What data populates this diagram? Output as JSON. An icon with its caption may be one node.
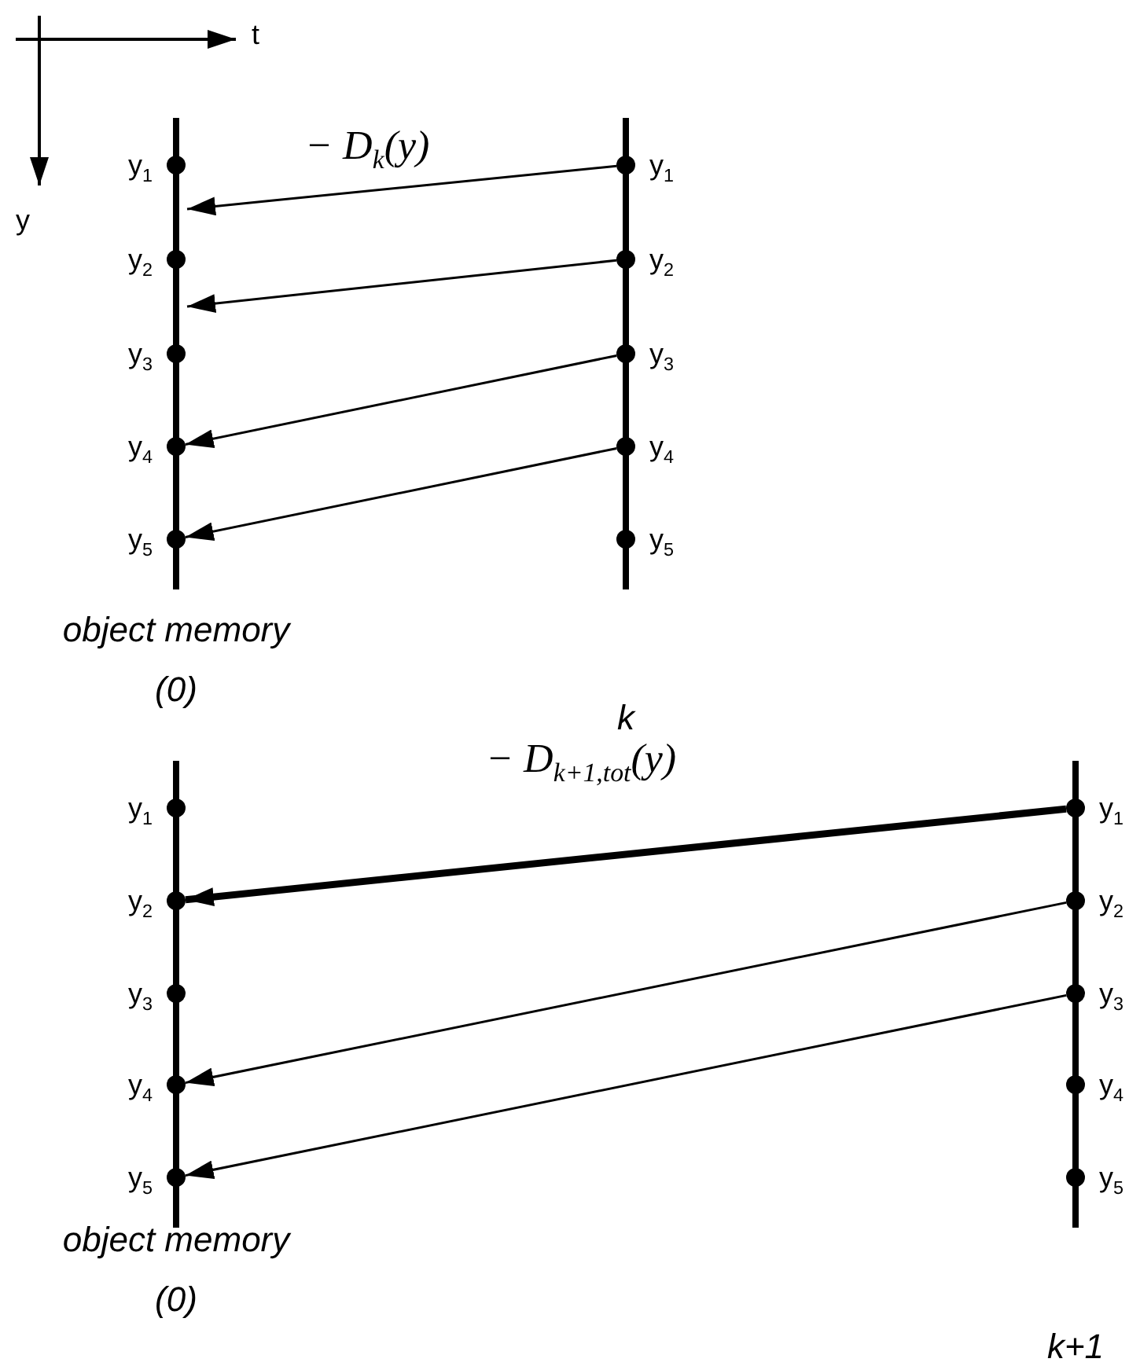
{
  "diagram": {
    "nodes": [
      {
        "text": [
          "object memory (0)"
        ]
      },
      {
        "text": [],
        "shape": "circle",
        "beside": [
          "y$_{1}$"
        ],
        "in": 0
      },
      {
        "text": [],
        "shape": "circle",
        "beside": [
          "y$_{2}$"
        ],
        "in": 0
      },
      {
        "text": [],
        "shape": "circle",
        "beside": [
          "y$_{3}$"
        ],
        "in": 0
      },
      {
        "text": [],
        "shape": "circle",
        "beside": [
          "y$_{4}$"
        ],
        "in": 0
      },
      {
        "text": [],
        "shape": "circle",
        "beside": [
          "y$_{5}$"
        ],
        "in": 0
      },
      {
        "text": [
          "k"
        ]
      },
      {
        "text": [],
        "shape": "circle",
        "beside": [
          "y$_{1}$"
        ],
        "in": 6
      },
      {
        "text": [],
        "shape": "circle",
        "beside": [
          "y$_{2}$"
        ],
        "in": 6
      },
      {
        "text": [],
        "shape": "circle",
        "beside": [
          "y$_{3}$"
        ],
        "in": 6
      },
      {
        "text": [],
        "shape": "circle",
        "beside": [
          "y$_{4}$"
        ],
        "in": 6
      },
      {
        "text": [],
        "shape": "circle",
        "beside": [
          "y$_{5}$"
        ],
        "in": 6
      },
      {
        "text": [
          "object memory (0)"
        ]
      },
      {
        "text": [],
        "shape": "circle",
        "beside": [
          "y$_{1}$"
        ],
        "in": 12
      },
      {
        "text": [],
        "shape": "circle",
        "beside": [
          "y$_{2}$"
        ],
        "in": 12
      },
      {
        "text": [],
        "shape": "circle",
        "beside": [
          "y$_{3}$"
        ],
        "in": 12
      },
      {
        "text": [],
        "shape": "circle",
        "beside": [
          "y$_{4}$"
        ],
        "in": 12
      },
      {
        "text": [],
        "shape": "circle",
        "beside": [
          "y$_{5}$"
        ],
        "in": 12
      },
      {
        "text": [
          "k+1"
        ]
      },
      {
        "text": [],
        "shape": "circle",
        "beside": [
          "y$_{1}$"
        ],
        "in": 18
      },
      {
        "text": [],
        "shape": "circle",
        "beside": [
          "y$_{2}$"
        ],
        "in": 18
      },
      {
        "text": [],
        "shape": "circle",
        "beside": [
          "y$_{3}$"
        ],
        "in": 18
      },
      {
        "text": [],
        "shape": "circle",
        "beside": [
          "y$_{4}$"
        ],
        "in": 18
      },
      {
        "text": [],
        "shape": "circle",
        "beside": [
          "y$_{5}$"
        ],
        "in": 18
      }
    ],
    "edges": [
      {
        "from": 7,
        "to": 0,
        "arrow": "to",
        "label": "− D$_{k}$(y)"
      },
      {
        "from": 8,
        "to": 0,
        "arrow": "to"
      },
      {
        "from": 9,
        "to": 4,
        "arrow": "to"
      },
      {
        "from": 10,
        "to": 5,
        "arrow": "to"
      },
      {
        "from": 19,
        "to": 14,
        "arrow": "to",
        "style": "thick",
        "label": "− D$_{k+1,tot}$(y)"
      },
      {
        "from": 20,
        "to": 16,
        "arrow": "to"
      },
      {
        "from": 21,
        "to": 17,
        "arrow": "to"
      }
    ],
    "labels": [
      "t",
      "y"
    ]
  }
}
